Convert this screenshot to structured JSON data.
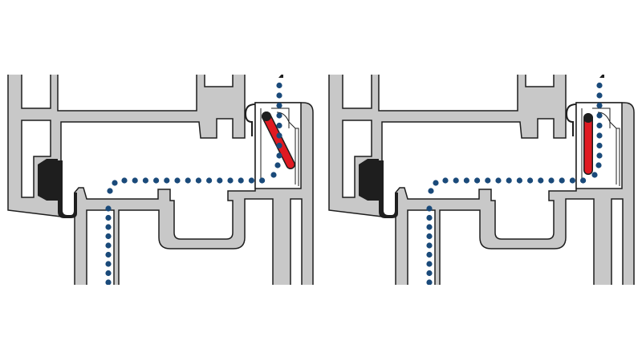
{
  "colors": {
    "profile_fill": "#c8c8c8",
    "outline": "#1e1e1e",
    "gasket": "#1e1e1e",
    "airflow": "#1a4a7a",
    "flap": "#e01a22",
    "background": "#ffffff"
  },
  "panels": [
    {
      "id": "left",
      "flap_state": "open",
      "airflow": "flowing"
    },
    {
      "id": "right",
      "flap_state": "closed",
      "airflow": "flowing"
    }
  ],
  "icons": {
    "airflow_arrow": "triangle-arrow-up"
  }
}
